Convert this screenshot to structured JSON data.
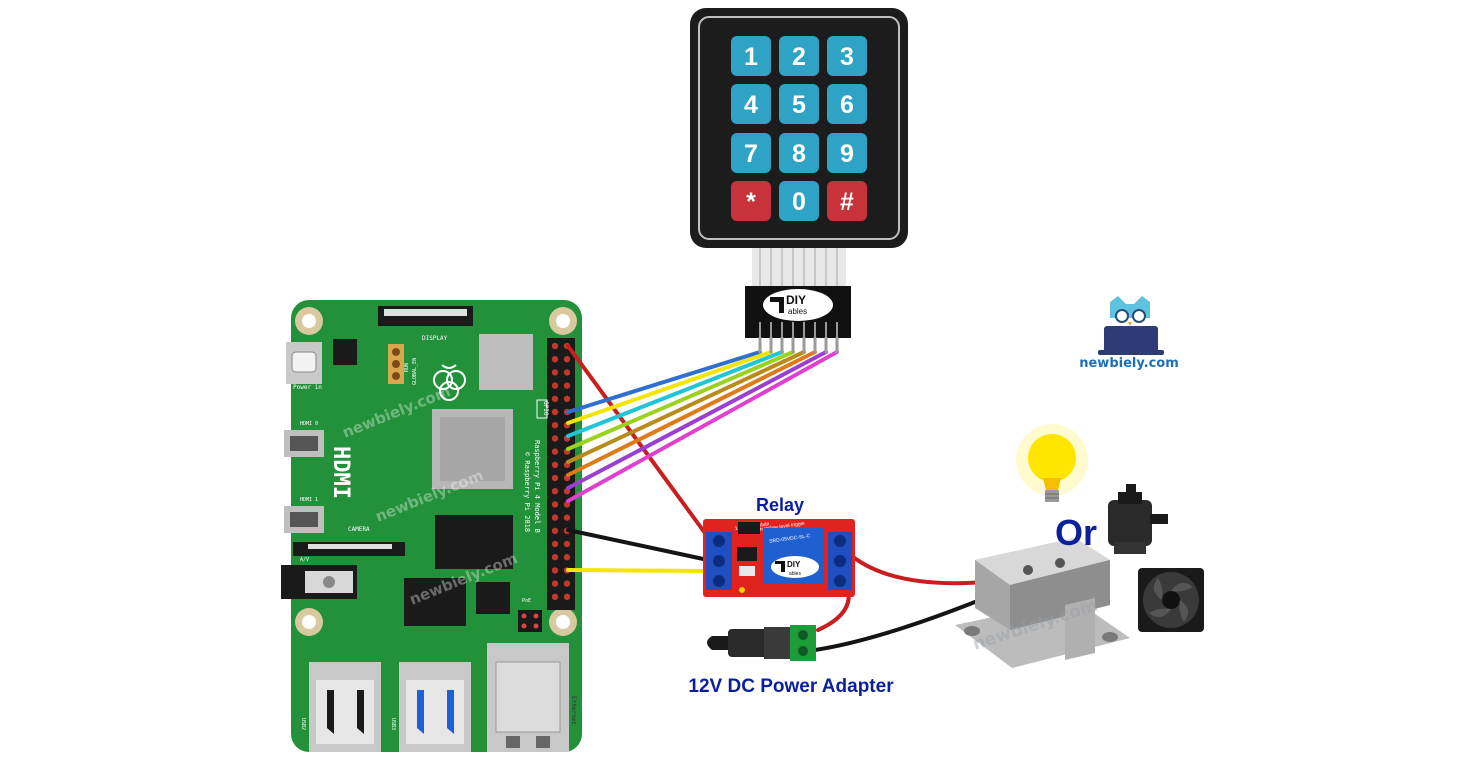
{
  "keypad": {
    "keys": [
      "1",
      "2",
      "3",
      "4",
      "5",
      "6",
      "7",
      "8",
      "9",
      "*",
      "0",
      "#"
    ],
    "colors": {
      "normal": "#2fa3c6",
      "special": "#c8323a",
      "body": "#1c1c1c"
    }
  },
  "keypad_connector": {
    "logo_top": "DIY",
    "logo_bottom": "ables"
  },
  "raspberry_pi": {
    "board_color": "#22913a",
    "labels": {
      "display": "DISPLAY",
      "power_in": "Power in",
      "hdmi0": "HDMI 0",
      "hdmi1": "HDMI 1",
      "hdmi_big": "HDMI",
      "camera": "CAMERA",
      "av": "A/V",
      "gpio": "GPIO",
      "model": "Raspberry Pi 4 Model B",
      "copyright": "© Raspberry Pi 2018",
      "run": "RUN",
      "global_en": "GLOBAL_EN",
      "poe": "PoE",
      "usb2": "USB2",
      "usb3": "USB3",
      "ethernet": "Ethernet"
    }
  },
  "relay": {
    "title": "Relay",
    "module_line1": "1 Relay Module",
    "module_line2": "high/low level trigger",
    "relay_model": "SRD-05VDC-SL-C",
    "logo_top": "DIY",
    "logo_bottom": "ables"
  },
  "power_adapter": {
    "label": "12V DC Power Adapter"
  },
  "loads": {
    "or_label": "Or"
  },
  "brand": {
    "site": "newbiely.com"
  },
  "watermarks": [
    "newbiely.com",
    "newbiely.com",
    "newbiely.com",
    "newbiely.com"
  ],
  "wire_colors": {
    "red": "#c81e1e",
    "black": "#141414",
    "yellow": "#f2e600",
    "blue": "#2f6fd0",
    "cyan": "#21c6d6",
    "lime": "#9ad21e",
    "olive": "#b88b1c",
    "orange": "#e07a18",
    "purple": "#9a3fd0",
    "magenta": "#e040d0"
  }
}
